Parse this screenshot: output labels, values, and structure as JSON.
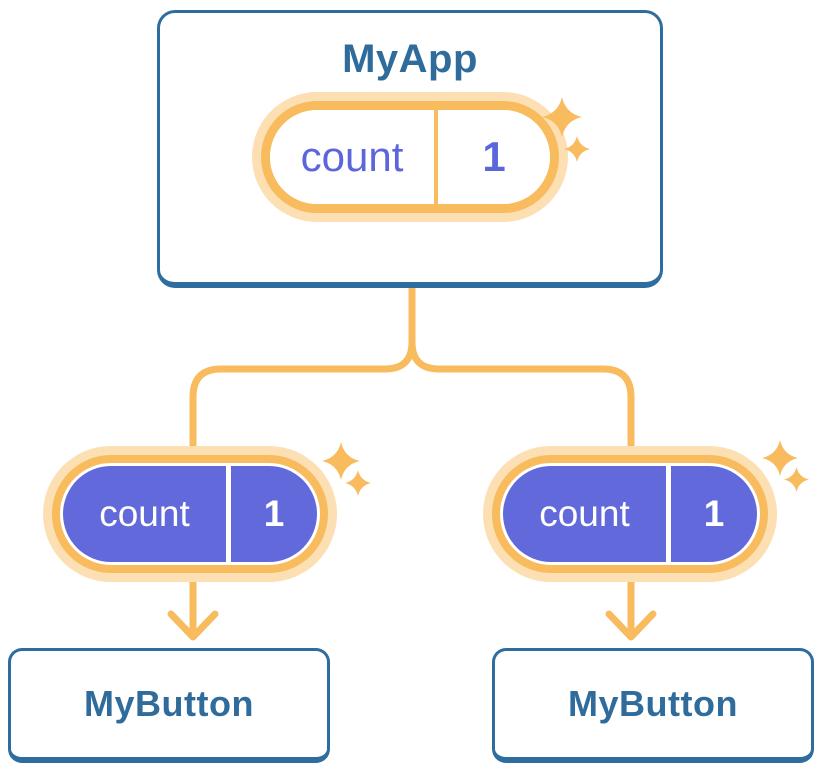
{
  "tree": {
    "root": {
      "label": "MyApp",
      "state": {
        "name": "count",
        "value": "1"
      }
    },
    "children": [
      {
        "label": "MyButton",
        "prop": {
          "name": "count",
          "value": "1"
        }
      },
      {
        "label": "MyButton",
        "prop": {
          "name": "count",
          "value": "1"
        }
      }
    ]
  },
  "icons": {
    "sparkle": "✦",
    "arrow_down": "↓"
  },
  "colors": {
    "card-border": "#2E6D9D",
    "card-title": "#2F6C9C",
    "accent": "#F8BC5E",
    "accent-halo": "#FCDFB2",
    "pill-purple": "#626ADB",
    "pill-text-purple": "#5B66DD",
    "surface": "#FFFFFF"
  }
}
